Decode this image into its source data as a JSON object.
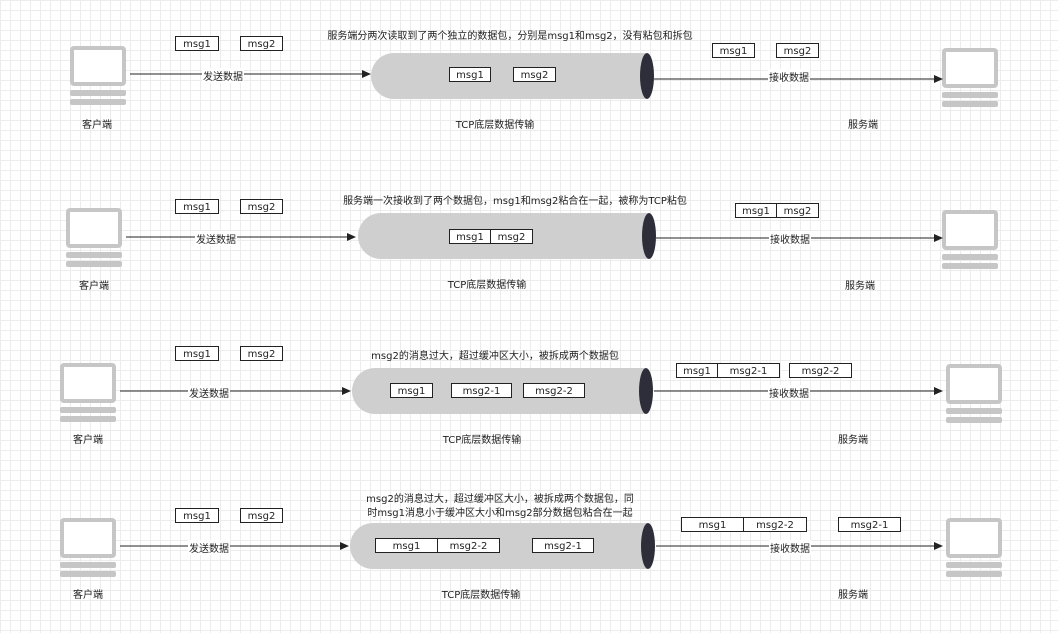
{
  "labels": {
    "client": "客户端",
    "server": "服务端",
    "send": "发送数据",
    "receive": "接收数据",
    "pipe": "TCP底层数据传输"
  },
  "scenarios": [
    {
      "title": [
        "服务端分两次读取到了两个独立的数据包，分别是msg1和msg2，没有粘包和拆包"
      ],
      "client_msgs": [
        "msg1",
        "msg2"
      ],
      "pipe_msgs": [
        "msg1",
        "msg2"
      ],
      "server_msgs": [
        "msg1",
        "msg2"
      ]
    },
    {
      "title": [
        "服务端一次接收到了两个数据包，msg1和msg2粘合在一起，被称为TCP粘包"
      ],
      "client_msgs": [
        "msg1",
        "msg2"
      ],
      "pipe_msgs": [
        "msg1",
        "msg2"
      ],
      "server_msgs": [
        "msg1",
        "msg2"
      ]
    },
    {
      "title": [
        "msg2的消息过大，超过缓冲区大小，被拆成两个数据包"
      ],
      "client_msgs": [
        "msg1",
        "msg2"
      ],
      "pipe_msgs": [
        "msg1",
        "msg2-1",
        "msg2-2"
      ],
      "server_msgs": [
        "msg1",
        "msg2-1",
        "msg2-2"
      ]
    },
    {
      "title": [
        "msg2的消息过大，超过缓冲区大小，被拆成两个数据包，同",
        "时msg1消息小于缓冲区大小和msg2部分数据包粘合在一起"
      ],
      "client_msgs": [
        "msg1",
        "msg2"
      ],
      "pipe_msgs": [
        "msg1",
        "msg2-2",
        "msg2-1"
      ],
      "server_msgs": [
        "msg1",
        "msg2-2",
        "msg2-1"
      ]
    }
  ]
}
